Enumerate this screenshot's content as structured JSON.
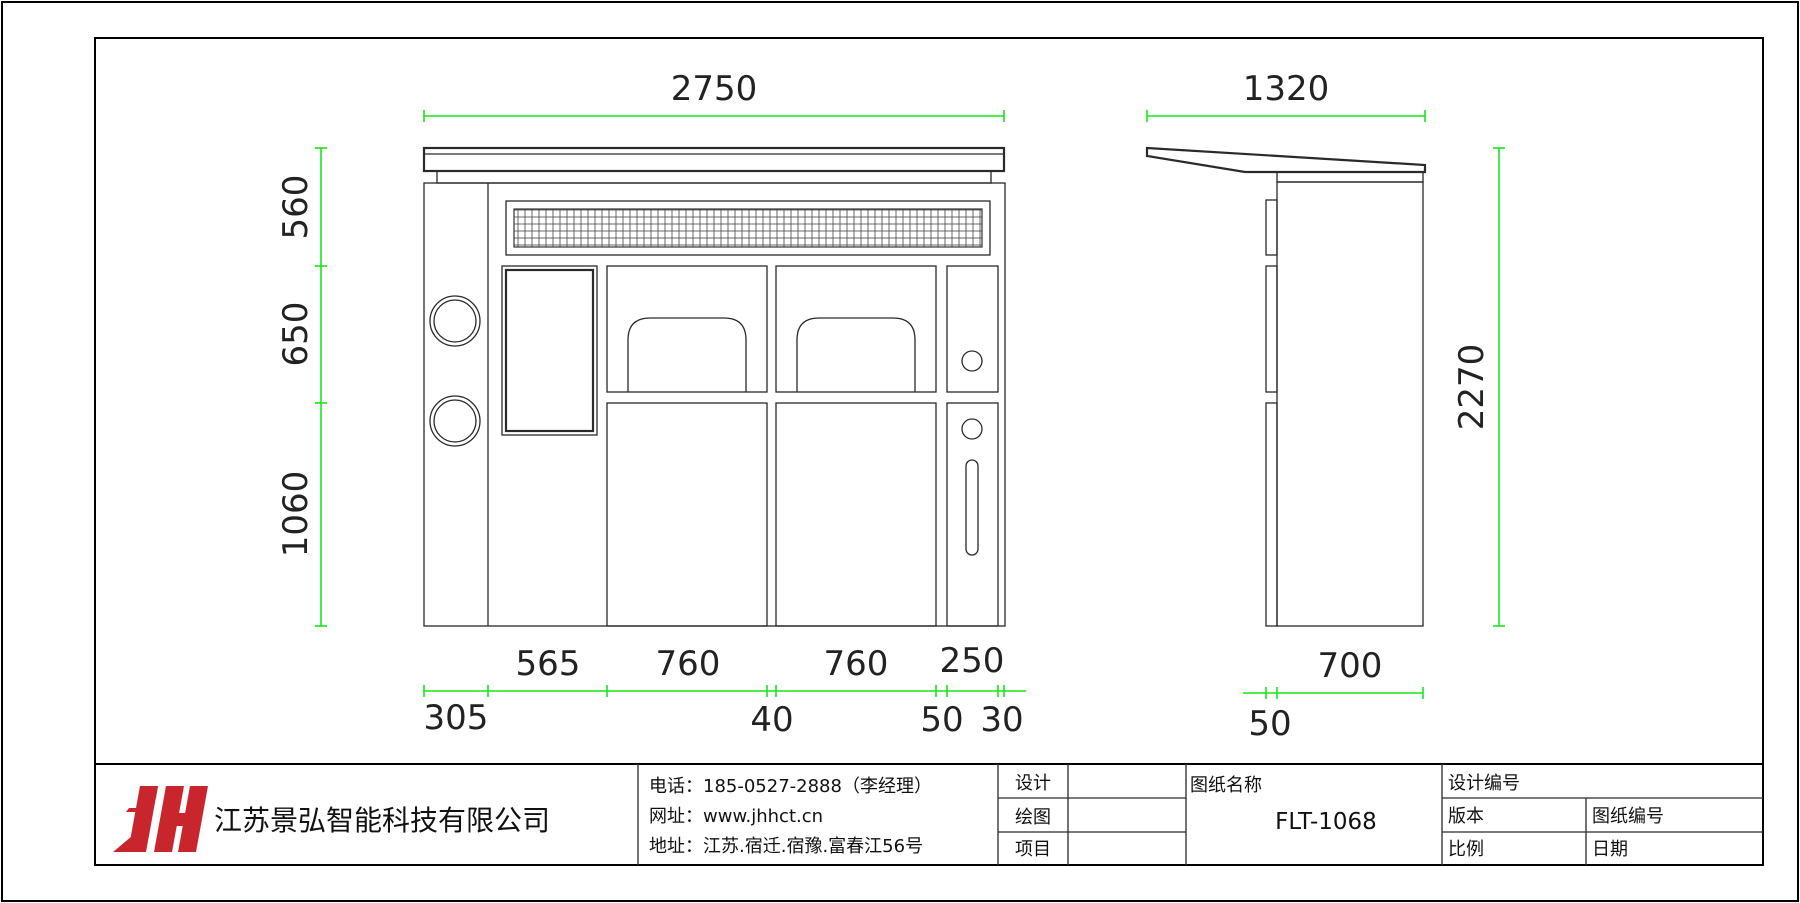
{
  "dimensions": {
    "front_total_width": "2750",
    "side_total_width": "1320",
    "front_heights": [
      "560",
      "650",
      "1060"
    ],
    "side_total_height": "2270",
    "front_bottom_upper": [
      "565",
      "760",
      "760",
      "250"
    ],
    "front_bottom_lower": [
      "305",
      "40",
      "50",
      "30"
    ],
    "side_bottom_upper": "700",
    "side_bottom_lower": "50"
  },
  "title_block": {
    "company_name": "江苏景弘智能科技有限公司",
    "phone": "电话：185-0527-2888（李经理）",
    "website": "网址：www.jhhct.cn",
    "address": "地址：江苏.宿迁.宿豫.富春江56号",
    "design_label": "设计",
    "drawing_label": "绘图",
    "project_label": "项目",
    "drawing_name_label": "图纸名称",
    "drawing_name_value": "FLT-1068",
    "design_number_label": "设计编号",
    "version_label": "版本",
    "drawing_number_label": "图纸编号",
    "scale_label": "比例",
    "date_label": "日期"
  },
  "colors": {
    "dimension_line": "#19e619",
    "logo_red": "#c8262c"
  }
}
